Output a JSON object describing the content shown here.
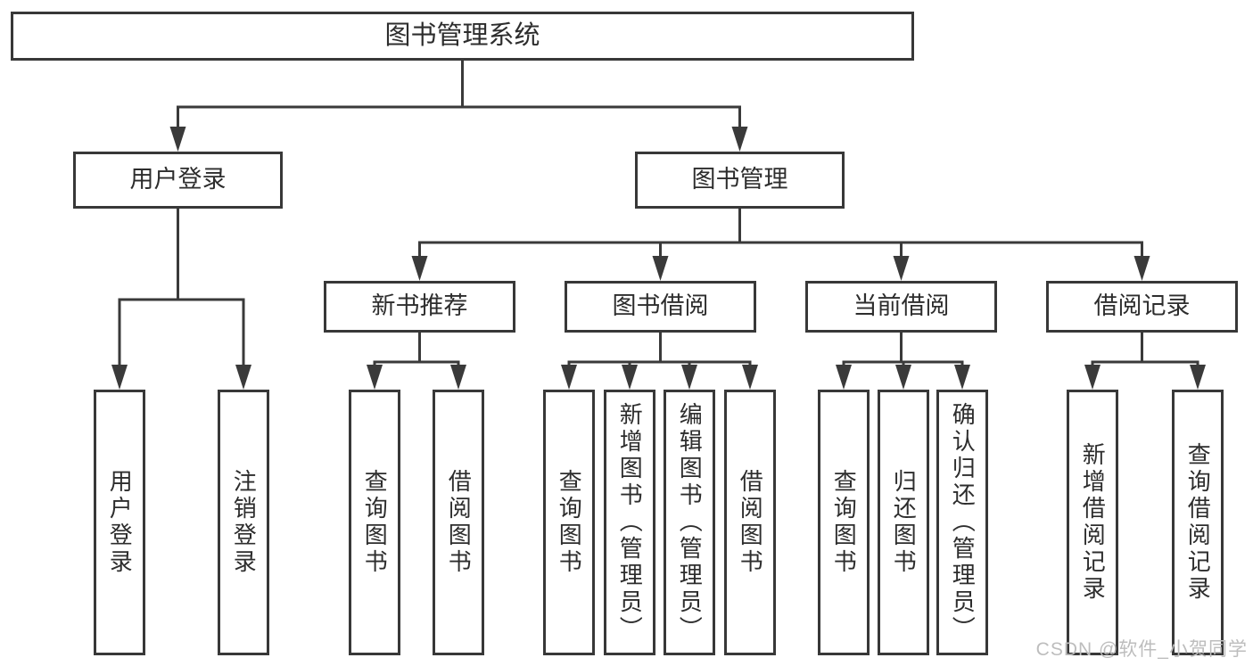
{
  "tree": {
    "label": "图书管理系统",
    "children": [
      {
        "label": "用户登录",
        "children": [
          {
            "label": "用户登录"
          },
          {
            "label": "注销登录"
          }
        ]
      },
      {
        "label": "图书管理",
        "children": [
          {
            "label": "新书推荐",
            "children": [
              {
                "label": "查询图书"
              },
              {
                "label": "借阅图书"
              }
            ]
          },
          {
            "label": "图书借阅",
            "children": [
              {
                "label": "查询图书"
              },
              {
                "label": "新增图书（管理员）"
              },
              {
                "label": "编辑图书（管理员）"
              },
              {
                "label": "借阅图书"
              }
            ]
          },
          {
            "label": "当前借阅",
            "children": [
              {
                "label": "查询图书"
              },
              {
                "label": "归还图书"
              },
              {
                "label": "确认归还（管理员）"
              }
            ]
          },
          {
            "label": "借阅记录",
            "children": [
              {
                "label": "新增借阅记录"
              },
              {
                "label": "查询借阅记录"
              }
            ]
          }
        ]
      }
    ]
  },
  "watermark": "CSDN @软件_小贺同学",
  "colors": {
    "line": "#3a3a3a",
    "box_border": "#383838",
    "text": "#2d2d2d",
    "watermark": "#bdbdbd",
    "background": "#ffffff"
  }
}
